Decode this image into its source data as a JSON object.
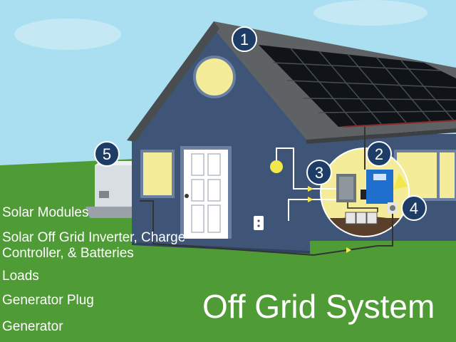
{
  "title": "Off Grid System",
  "legend": [
    {
      "number": "1",
      "label": "Solar Modules"
    },
    {
      "number": "2",
      "label": "Solar Off Grid Inverter, Charge Controller, & Batteries"
    },
    {
      "number": "3",
      "label": "Loads"
    },
    {
      "number": "4",
      "label": "Generator Plug"
    },
    {
      "number": "5",
      "label": "Generator"
    }
  ],
  "colors": {
    "sky": "#a9dff0",
    "grass": "#4f9b36",
    "house_wall": "#3e5577",
    "roof": "#5f6265",
    "solar_panel": "#101418",
    "window_glow": "#f5ec9a",
    "badge": "#1e3d66",
    "wire": "#333333",
    "arrow_accent": "#f2e84c"
  }
}
